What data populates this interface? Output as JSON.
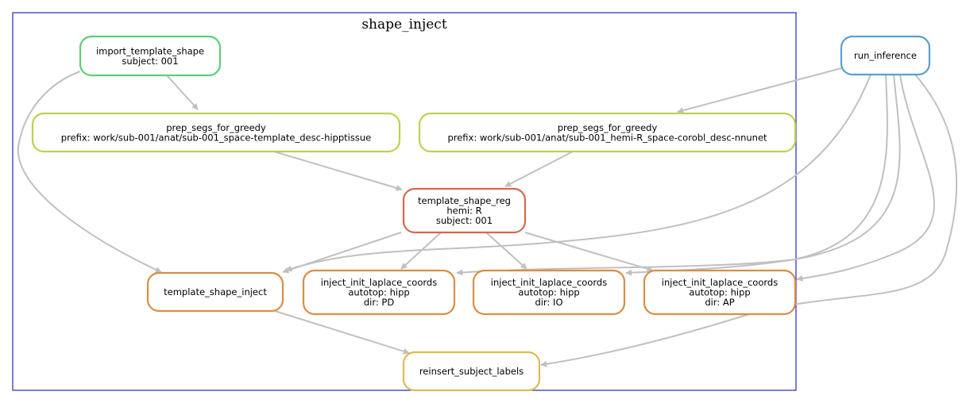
{
  "cluster": {
    "label": "shape_inject",
    "border_color": "#2222cc"
  },
  "edge_color": "#c0c0c0",
  "nodes": [
    {
      "id": "import_template_shape",
      "color": "#5bcf7a",
      "lines": [
        "import_template_shape",
        "subject: 001"
      ]
    },
    {
      "id": "prep_segs_left",
      "color": "#bcd351",
      "lines": [
        "prep_segs_for_greedy",
        "prefix: work/sub-001/anat/sub-001_space-template_desc-hipptissue"
      ]
    },
    {
      "id": "prep_segs_right",
      "color": "#bcd351",
      "lines": [
        "prep_segs_for_greedy",
        "prefix: work/sub-001/anat/sub-001_hemi-R_space-corobl_desc-nnunet"
      ]
    },
    {
      "id": "template_shape_reg",
      "color": "#d46a4e",
      "lines": [
        "template_shape_reg",
        "hemi: R",
        "subject: 001"
      ]
    },
    {
      "id": "template_shape_inject",
      "color": "#d88e45",
      "lines": [
        "template_shape_inject"
      ]
    },
    {
      "id": "inject_pd",
      "color": "#d88e45",
      "lines": [
        "inject_init_laplace_coords",
        "autotop: hipp",
        "dir: PD"
      ]
    },
    {
      "id": "inject_io",
      "color": "#d88e45",
      "lines": [
        "inject_init_laplace_coords",
        "autotop: hipp",
        "dir: IO"
      ]
    },
    {
      "id": "inject_ap",
      "color": "#d88e45",
      "lines": [
        "inject_init_laplace_coords",
        "autotop: hipp",
        "dir: AP"
      ]
    },
    {
      "id": "reinsert_subject_labels",
      "color": "#dcbc52",
      "lines": [
        "reinsert_subject_labels"
      ]
    },
    {
      "id": "run_inference",
      "color": "#5b9fcc",
      "lines": [
        "run_inference"
      ]
    }
  ],
  "edges": [
    {
      "from": "import_template_shape",
      "to": "prep_segs_left"
    },
    {
      "from": "import_template_shape",
      "to": "template_shape_inject"
    },
    {
      "from": "run_inference",
      "to": "prep_segs_right"
    },
    {
      "from": "run_inference",
      "to": "template_shape_inject"
    },
    {
      "from": "run_inference",
      "to": "inject_pd"
    },
    {
      "from": "run_inference",
      "to": "inject_io"
    },
    {
      "from": "run_inference",
      "to": "inject_ap"
    },
    {
      "from": "run_inference",
      "to": "reinsert_subject_labels"
    },
    {
      "from": "prep_segs_left",
      "to": "template_shape_reg"
    },
    {
      "from": "prep_segs_right",
      "to": "template_shape_reg"
    },
    {
      "from": "template_shape_reg",
      "to": "template_shape_inject"
    },
    {
      "from": "template_shape_reg",
      "to": "inject_pd"
    },
    {
      "from": "template_shape_reg",
      "to": "inject_io"
    },
    {
      "from": "template_shape_reg",
      "to": "inject_ap"
    },
    {
      "from": "template_shape_inject",
      "to": "reinsert_subject_labels"
    }
  ]
}
